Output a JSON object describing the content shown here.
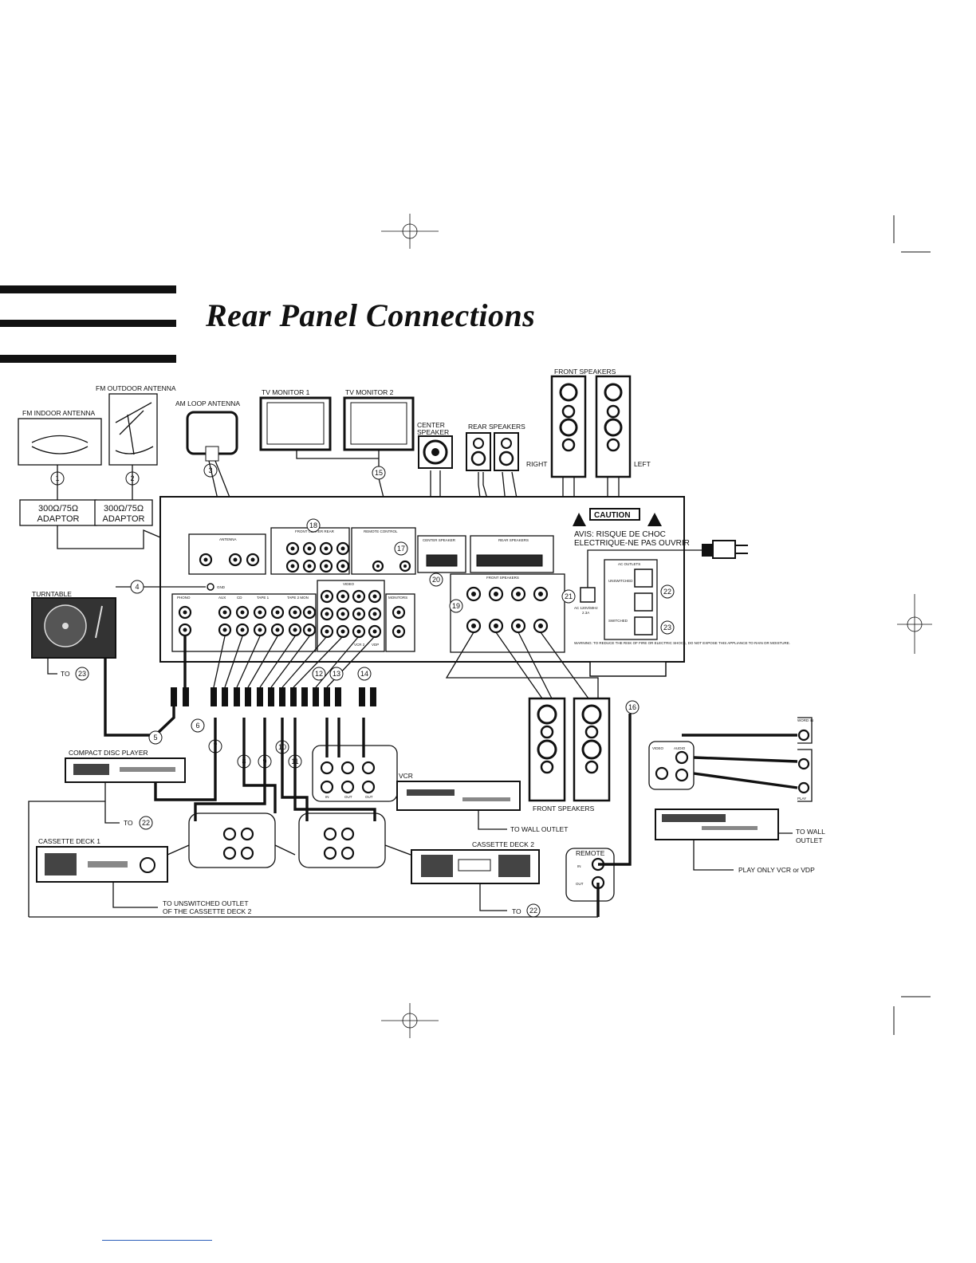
{
  "page": {
    "title": "Rear Panel Connections"
  },
  "labels": {
    "fm_indoor_antenna": "FM INDOOR ANTENNA",
    "fm_outdoor_antenna": "FM OUTDOOR ANTENNA",
    "am_loop_antenna": "AM  LOOP ANTENNA",
    "adaptor_top": "300Ω/75Ω",
    "adaptor_bottom": "ADAPTOR",
    "tv_monitor_1": "TV MONITOR 1",
    "tv_monitor_2": "TV MONITOR 2",
    "center_speaker_1": "CENTER",
    "center_speaker_2": "SPEAKER",
    "rear_speakers": "REAR SPEAKERS",
    "front_speakers_top": "FRONT SPEAKERS",
    "right": "RIGHT",
    "left": "LEFT",
    "turntable": "TURNTABLE",
    "to": "TO",
    "compact_disc_player": "COMPACT DISC PLAYER",
    "cassette_deck_1": "CASSETTE DECK 1",
    "cassette_deck_2": "CASSETTE DECK 2",
    "vcr": "VCR",
    "to_wall_outlet": "TO WALL OUTLET",
    "front_speakers_bottom": "FRONT SPEAKERS",
    "to_unswitched_1": "TO UNSWITCHED OUTLET",
    "to_unswitched_2": "OF THE CASSETTE DECK 2",
    "remote": "REMOTE",
    "in": "IN",
    "out": "OUT",
    "to_wall_1": "TO WALL",
    "to_wall_2": "OUTLET",
    "play_only": "PLAY ONLY VCR or VDP",
    "caution": "CAUTION",
    "avis_1": "AVIS: RISQUE DE CHOC",
    "avis_2": "ELECTRIQUE-NE PAS OUVRIR",
    "gnd": "GND",
    "video": "VIDEO",
    "audio": "AUDIO",
    "word_in": "WORD IN",
    "play": "PLAY"
  },
  "panel_labels": {
    "antenna": "ANTENNA",
    "front_center_rear": "FRONT  CENTER  REAR",
    "remote_control": "REMOTE CONTROL",
    "center_speaker": "CENTER SPEAKER",
    "rear_speakers": "REAR SPEAKERS",
    "front_speakers": "FRONT SPEAKERS",
    "ac_outlets": "AC OUTLETS",
    "phono": "PHONO",
    "aux": "AUX",
    "cd": "CD",
    "tape1": "TAPE 1",
    "tape2": "TAPE 2 MON",
    "video": "VIDEO",
    "monitors": "MONITORS",
    "vcr2": "VCR 2",
    "vdp": "VDP",
    "ac_rating_1": "AC 120V/60Hz",
    "ac_rating_2": "2.3A",
    "switched": "SWITCHED",
    "unswitched": "UNSWITCHED",
    "warning": "WARNING: TO REDUCE THE RISK OF FIRE OR ELECTRIC SHOCK, DO NOT EXPOSE THIS APPLIANCE TO RAIN OR MOISTURE."
  },
  "callouts": [
    "1",
    "2",
    "3",
    "4",
    "5",
    "6",
    "7",
    "8",
    "9",
    "10",
    "11",
    "12",
    "13",
    "14",
    "15",
    "16",
    "17",
    "18",
    "19",
    "20",
    "21",
    "22",
    "23"
  ]
}
